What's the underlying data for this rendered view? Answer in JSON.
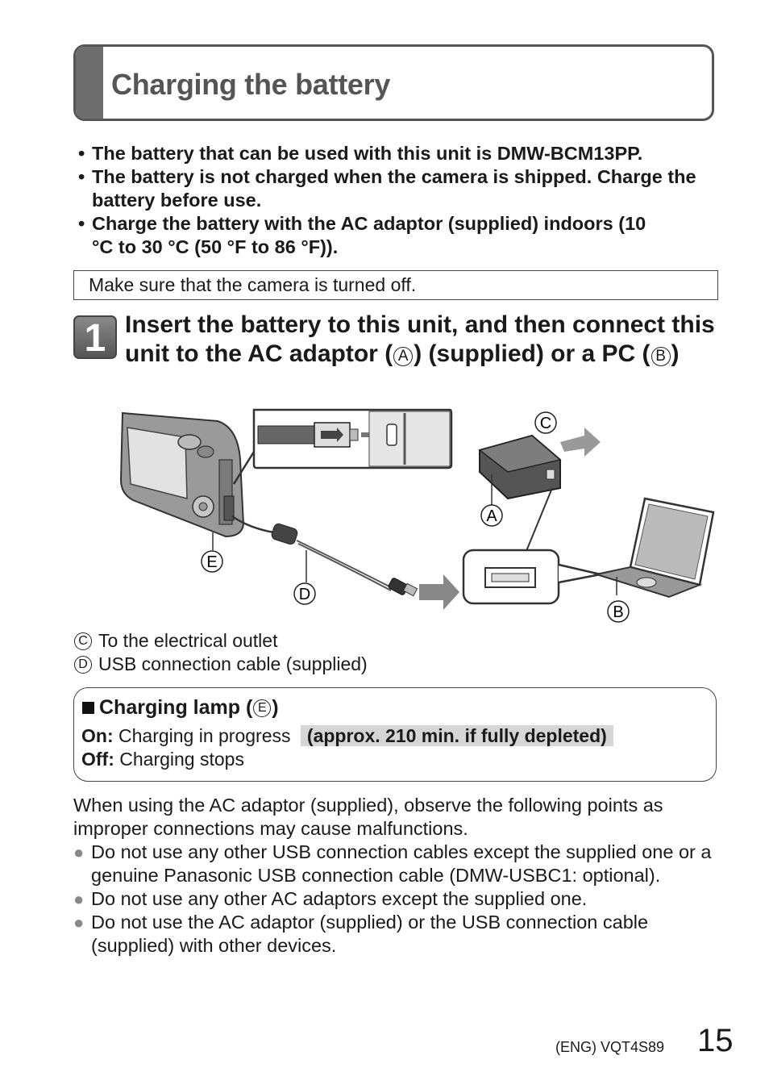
{
  "header": {
    "title": "Charging the battery"
  },
  "bullets": [
    "The battery that can be used with this unit is DMW-BCM13PP.",
    "The battery is not charged when the camera is shipped. Charge the battery before use.",
    "Charge the battery with the AC adaptor (supplied) indoors (10 °C to 30 °C (50 °F to 86 °F))."
  ],
  "bullet_mark": "•",
  "note": "Make sure that the camera is turned off.",
  "step": {
    "number": "1",
    "text_part1": "Insert the battery to this unit, and then connect this unit to the AC adaptor (",
    "text_part2": ") (supplied) or a PC (",
    "text_part3": ")",
    "label_a": "A",
    "label_b": "B"
  },
  "illustration_labels": {
    "a": "A",
    "b": "B",
    "c": "C",
    "d": "D",
    "e": "E"
  },
  "legend": [
    {
      "label": "C",
      "text": "To the electrical outlet"
    },
    {
      "label": "D",
      "text": "USB connection cable (supplied)"
    }
  ],
  "charging_lamp": {
    "title_prefix": "Charging lamp (",
    "title_label": "E",
    "title_suffix": ")",
    "on_label": "On:",
    "on_text": "Charging in progress",
    "on_note": "(approx. 210 min. if fully depleted)",
    "off_label": "Off:",
    "off_text": "Charging stops"
  },
  "body": {
    "intro": "When using the AC adaptor (supplied), observe the following points as improper connections may cause malfunctions.",
    "dot_mark": "●",
    "items": [
      "Do not use any other USB connection cables except the supplied one or a genuine Panasonic USB connection cable (DMW-USBC1: optional).",
      "Do not use any other AC adaptors except the supplied one.",
      "Do not use the AC adaptor (supplied) or the USB connection cable (supplied) with other devices."
    ]
  },
  "footer": {
    "code": "(ENG) VQT4S89",
    "page": "15"
  }
}
